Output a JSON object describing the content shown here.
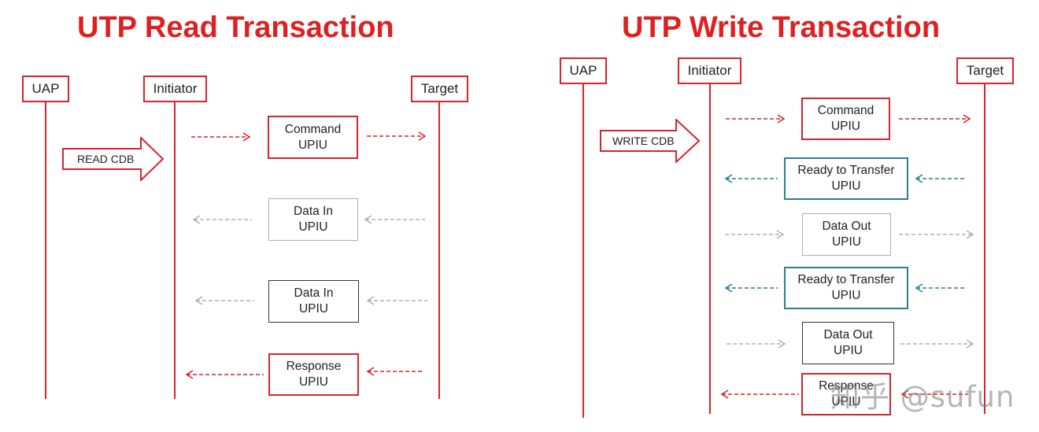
{
  "read": {
    "title": "UTP Read Transaction",
    "actors": {
      "uap": "UAP",
      "initiator": "Initiator",
      "target": "Target"
    },
    "cdb": "READ CDB",
    "messages": [
      {
        "line1": "Command",
        "line2": "UPIU",
        "style": "red",
        "direction": "right"
      },
      {
        "line1": "Data In",
        "line2": "UPIU",
        "style": "grey",
        "direction": "left"
      },
      {
        "line1": "Data In",
        "line2": "UPIU",
        "style": "dark",
        "direction": "left"
      },
      {
        "line1": "Response",
        "line2": "UPIU",
        "style": "red",
        "direction": "left"
      }
    ]
  },
  "write": {
    "title": "UTP Write Transaction",
    "actors": {
      "uap": "UAP",
      "initiator": "Initiator",
      "target": "Target"
    },
    "cdb": "WRITE CDB",
    "messages": [
      {
        "line1": "Command",
        "line2": "UPIU",
        "style": "red",
        "direction": "right"
      },
      {
        "line1": "Ready to Transfer",
        "line2": "UPIU",
        "style": "teal",
        "direction": "left"
      },
      {
        "line1": "Data Out",
        "line2": "UPIU",
        "style": "grey",
        "direction": "right"
      },
      {
        "line1": "Ready to Transfer",
        "line2": "UPIU",
        "style": "teal",
        "direction": "left"
      },
      {
        "line1": "Data Out",
        "line2": "UPIU",
        "style": "dark",
        "direction": "right"
      },
      {
        "line1": "Response",
        "line2": "UPIU",
        "style": "red",
        "direction": "left"
      }
    ]
  },
  "colors": {
    "red": "#d9232e",
    "title": "#e02020",
    "teal": "#2a7f8f",
    "grey": "#b0b0b0",
    "dark": "#333333"
  },
  "watermark": "知乎 @sufun"
}
